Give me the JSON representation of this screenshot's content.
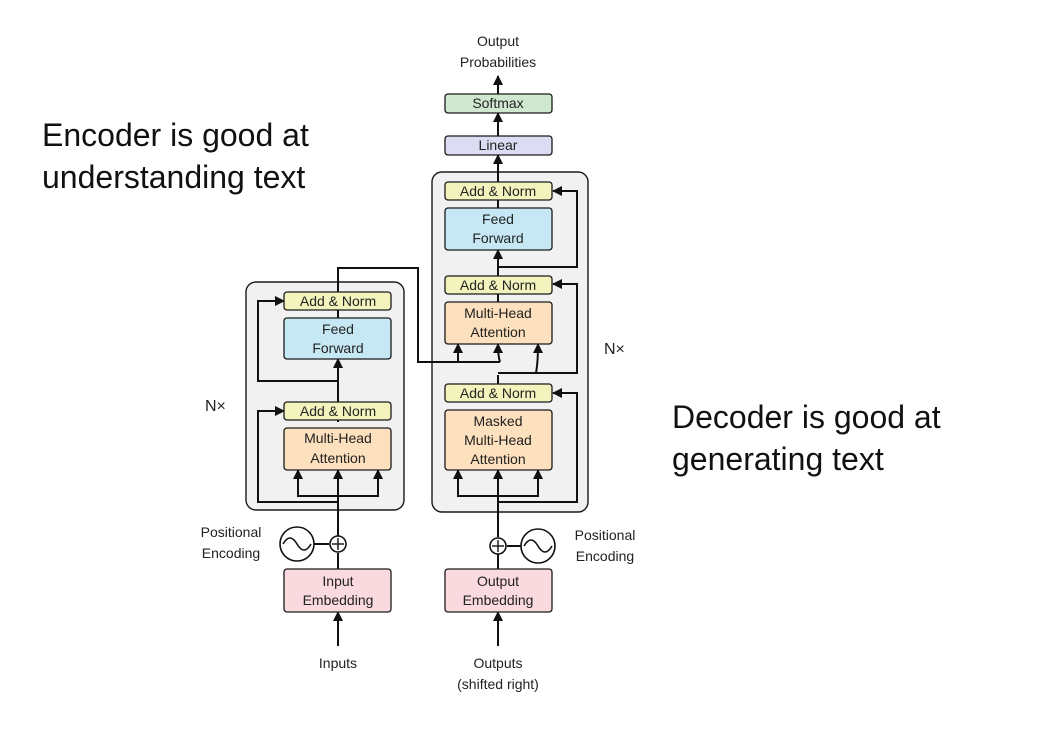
{
  "colors": {
    "add_norm": "#f3f4bd",
    "feed_forward": "#c6e8f5",
    "attention": "#fde0bd",
    "embedding": "#fad9df",
    "linear": "#dcdcf3",
    "softmax": "#cfe8cf",
    "stack": "#f1f1f1"
  },
  "callouts": {
    "encoder_line1": "Encoder is good at",
    "encoder_line2": "understanding text",
    "decoder_line1": "Decoder is good at",
    "decoder_line2": "generating text"
  },
  "top": {
    "output_line1": "Output",
    "output_line2": "Probabilities",
    "softmax": "Softmax",
    "linear": "Linear"
  },
  "encoder": {
    "add_norm_top": "Add & Norm",
    "feed_forward_line1": "Feed",
    "feed_forward_line2": "Forward",
    "add_norm_bottom": "Add & Norm",
    "attention_line1": "Multi-Head",
    "attention_line2": "Attention",
    "repeat": "N×",
    "pos_line1": "Positional",
    "pos_line2": "Encoding",
    "embedding_line1": "Input",
    "embedding_line2": "Embedding",
    "input": "Inputs"
  },
  "decoder": {
    "add_norm_top": "Add & Norm",
    "feed_forward_line1": "Feed",
    "feed_forward_line2": "Forward",
    "add_norm_mid": "Add & Norm",
    "cross_attention_line1": "Multi-Head",
    "cross_attention_line2": "Attention",
    "add_norm_bottom": "Add & Norm",
    "masked_line1": "Masked",
    "masked_line2": "Multi-Head",
    "masked_line3": "Attention",
    "repeat": "N×",
    "pos_line1": "Positional",
    "pos_line2": "Encoding",
    "embedding_line1": "Output",
    "embedding_line2": "Embedding",
    "output_line1": "Outputs",
    "output_line2": "(shifted right)"
  },
  "icons": [
    "sine-wave-icon",
    "add-circle-icon"
  ]
}
